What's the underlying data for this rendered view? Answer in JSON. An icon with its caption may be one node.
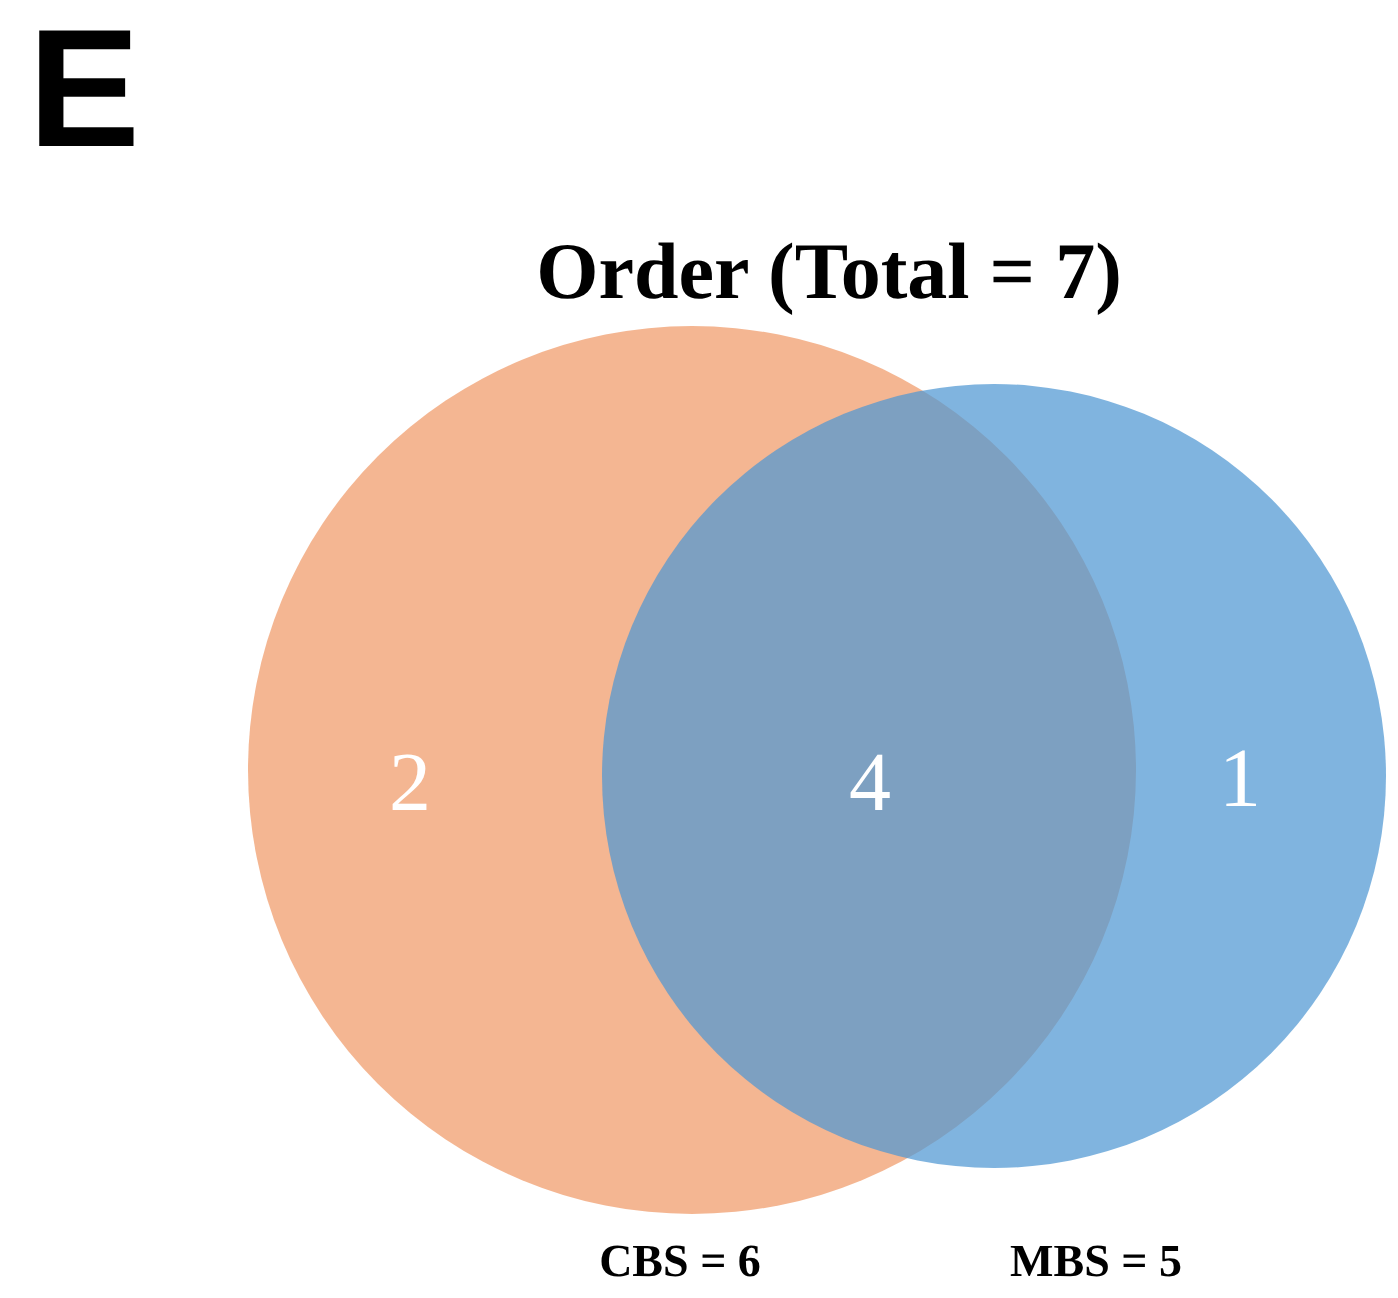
{
  "diagram": {
    "title": "Order (Total = 7)",
    "nodes": [
      {
        "text": [
          "2"
        ]
      },
      {
        "text": [
          "1"
        ]
      }
    ],
    "labels": [
      "E",
      "4",
      "CBS = 6",
      "MBS = 5"
    ]
  }
}
